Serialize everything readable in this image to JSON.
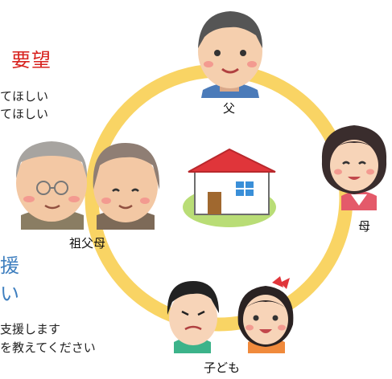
{
  "left_text": {
    "request_heading": "要望",
    "request_line1": "てほしい",
    "request_line2": "てほしい",
    "support_heading1": "援",
    "support_heading2": "い",
    "support_line1": "支援します",
    "support_line2": "を教えてください"
  },
  "labels": {
    "father": "父",
    "mother": "母",
    "grandparents": "祖父母",
    "children": "子ども"
  },
  "colors": {
    "ring": "#f9d464",
    "roof": "#e0353a",
    "lawn": "#b9dd76",
    "request_text": "#d8231f",
    "support_text": "#3f7fbf"
  }
}
